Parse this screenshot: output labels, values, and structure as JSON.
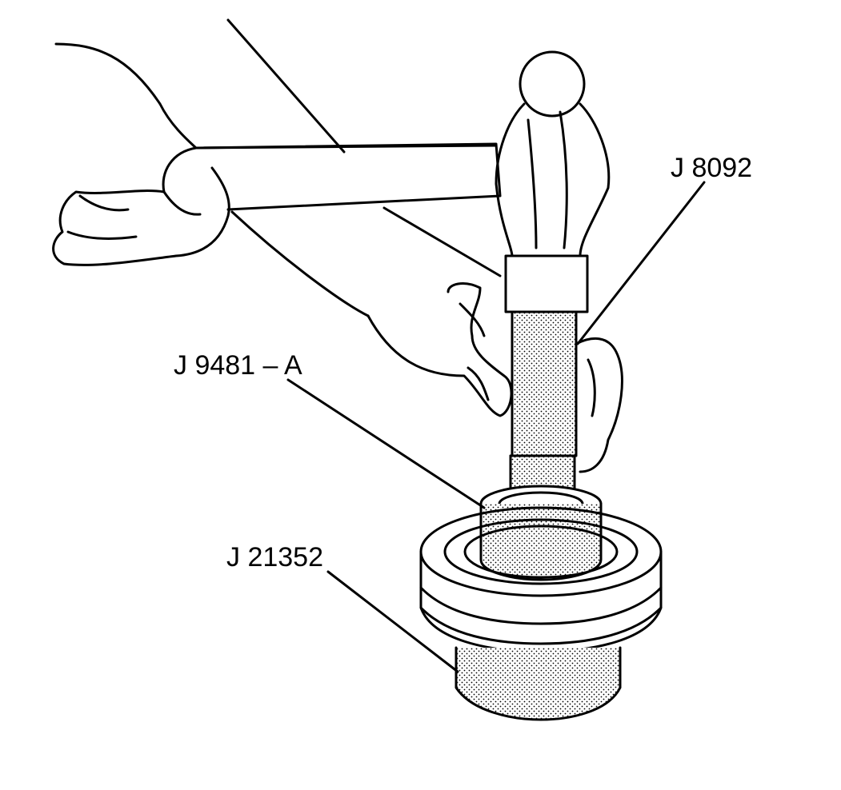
{
  "labels": {
    "driver_handle": "J 8092",
    "installer": "J 9481 – A",
    "support_fixture": "J 21352"
  },
  "icons": [
    "hammer-icon",
    "hand-icon",
    "tool-handle-icon",
    "installer-icon",
    "pulley-fixture-icon"
  ],
  "colors": {
    "line": "#000000",
    "background": "#ffffff",
    "stipple": "#000000"
  }
}
